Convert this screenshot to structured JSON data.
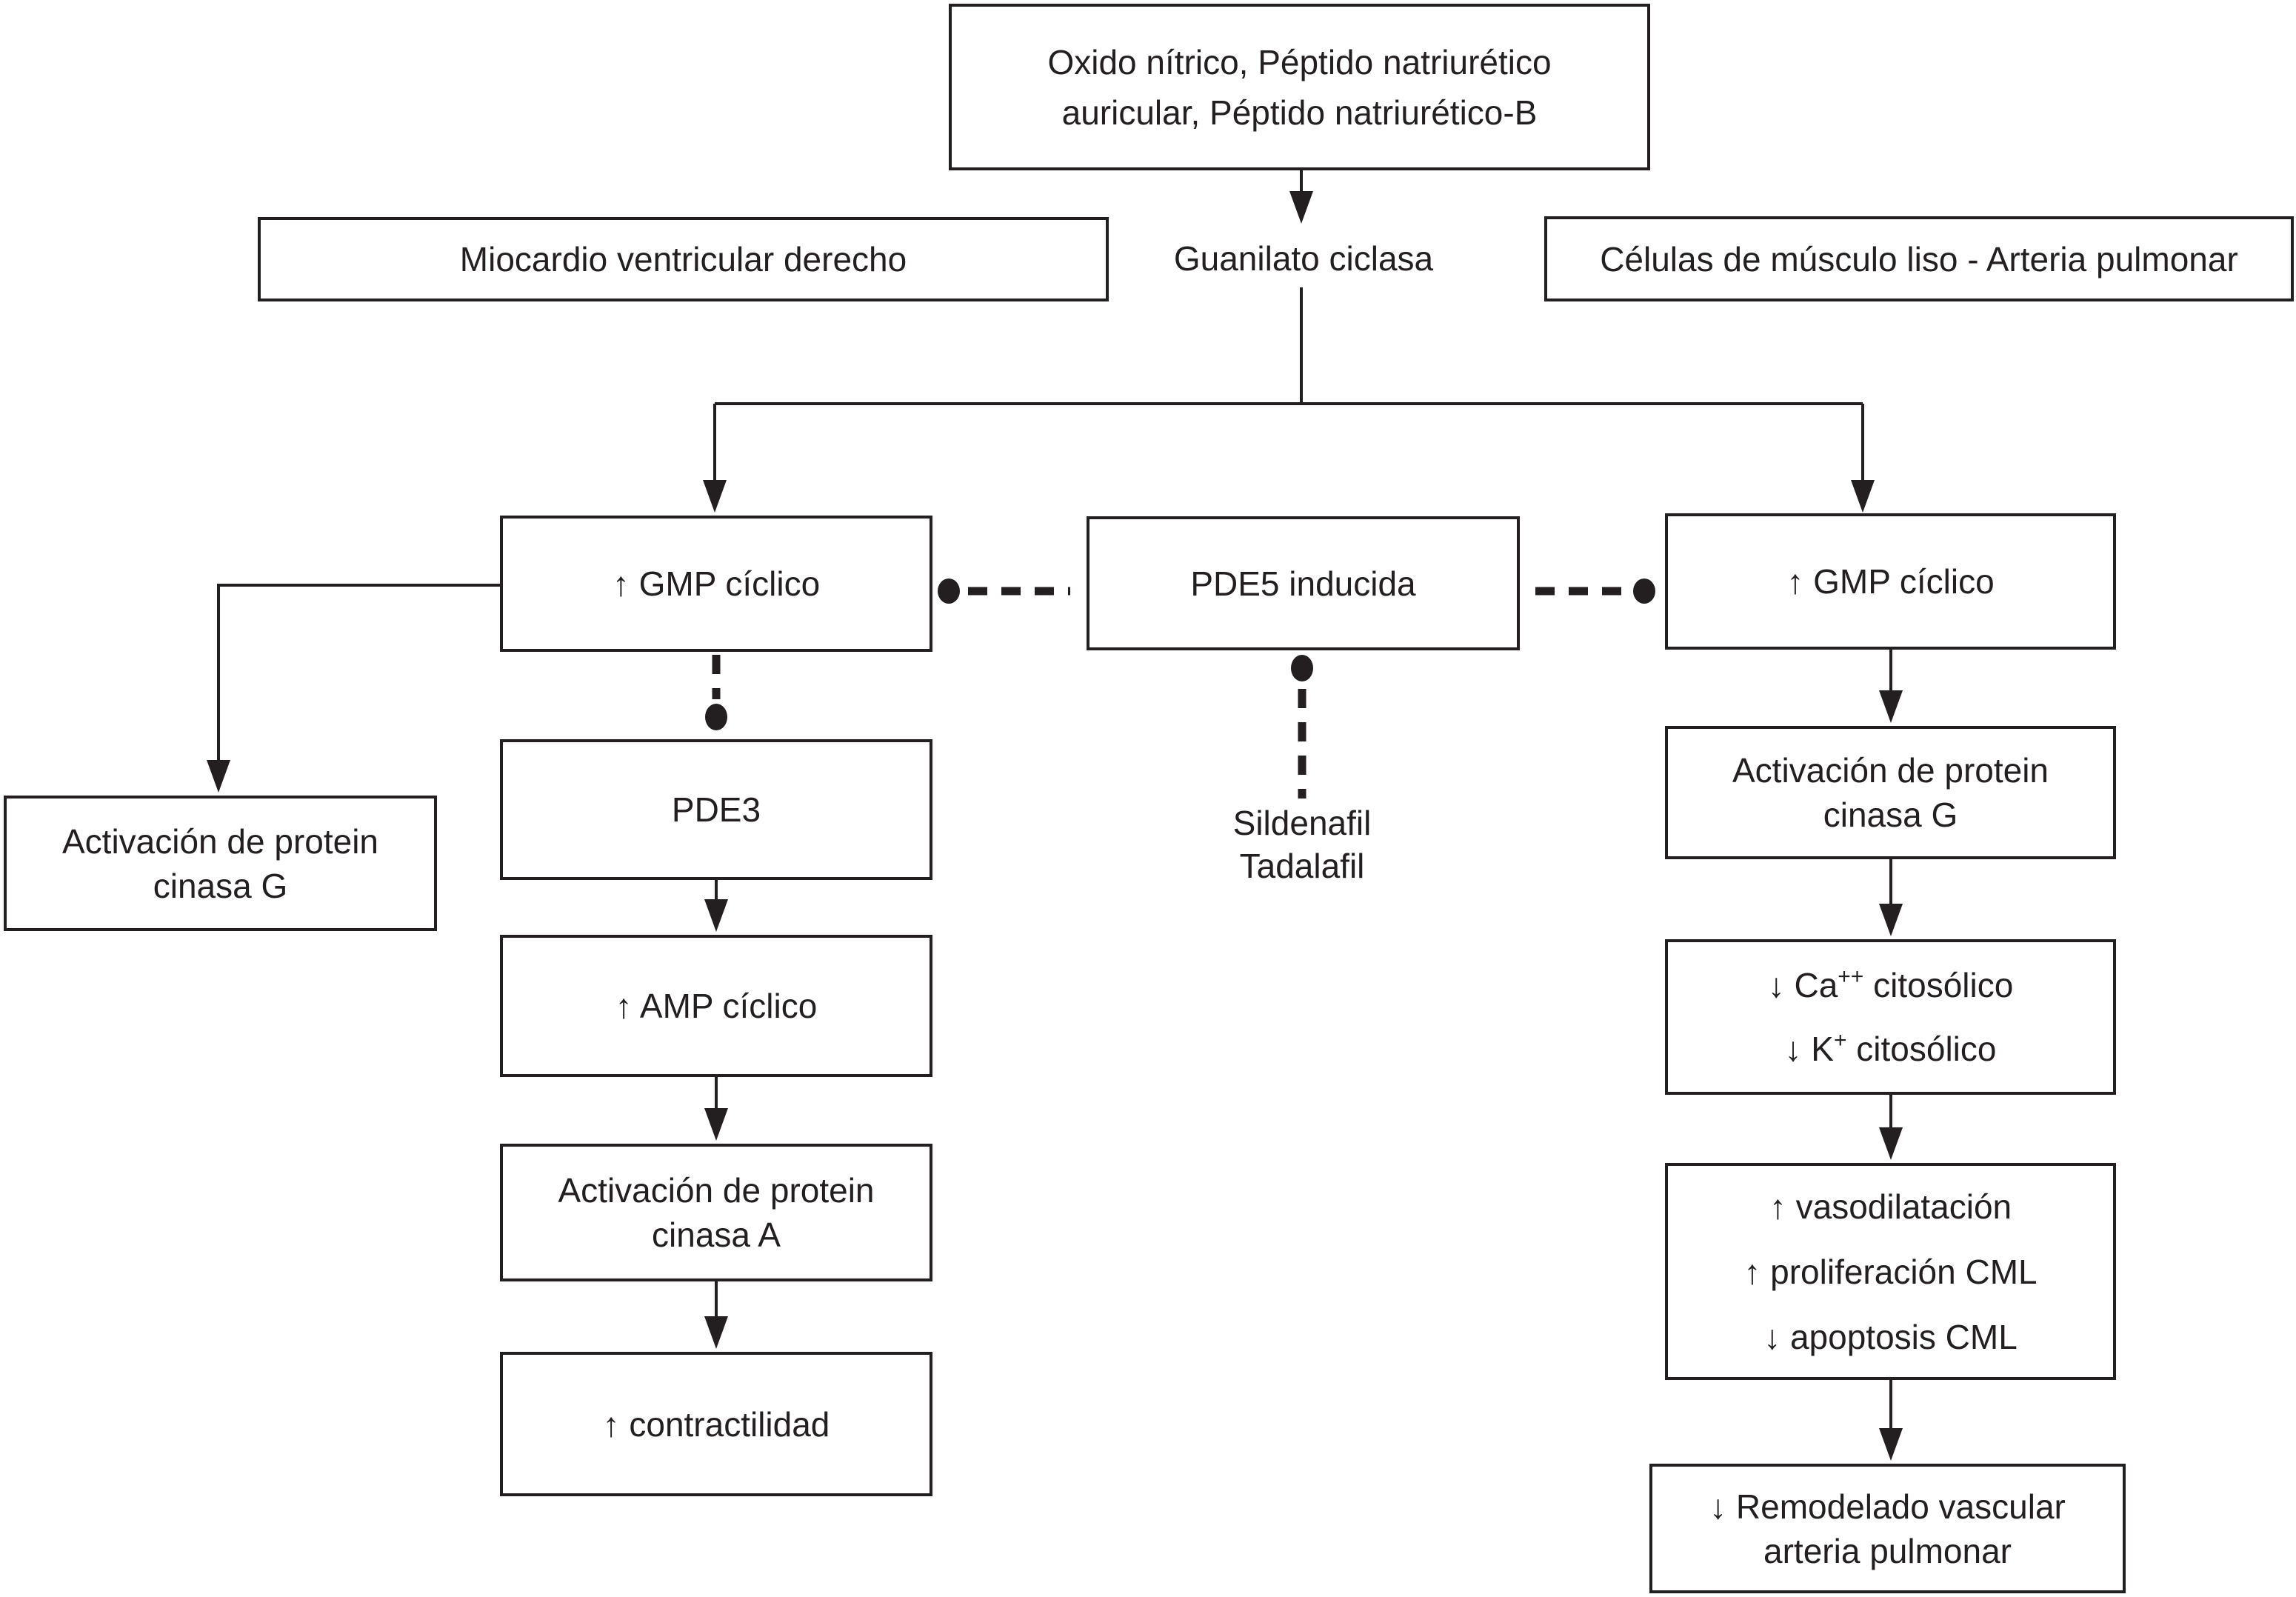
{
  "colors": {
    "background": "#ffffff",
    "box_fill": "#ffffff",
    "box_border": "#231f20",
    "line": "#231f20",
    "text": "#231f20"
  },
  "nodes": {
    "stimulus": {
      "lines": [
        "Oxido nítrico, Péptido natriurético",
        "auricular, Péptido natriurético-B"
      ]
    },
    "miocardio": {
      "label": "Miocardio ventricular derecho"
    },
    "celulas": {
      "label": "Células de músculo liso - Arteria pulmonar"
    },
    "guanilato": {
      "label": "Guanilato ciclasa"
    },
    "gmp_left": {
      "label": "↑ GMP cíclico"
    },
    "pde5": {
      "label": "PDE5 inducida"
    },
    "gmp_right": {
      "label": "↑ GMP cíclico"
    },
    "pkg_left": {
      "lines": [
        "Activación de protein",
        "cinasa G"
      ]
    },
    "pde3": {
      "label": "PDE3"
    },
    "amp": {
      "label": "↑ AMP cíclico"
    },
    "pka": {
      "lines": [
        "Activación de protein",
        "cinasa A"
      ]
    },
    "contractilidad": {
      "label": "↑ contractilidad"
    },
    "pkg_right": {
      "lines": [
        "Activación de protein",
        "cinasa G"
      ]
    },
    "ca_k": {
      "line1": {
        "pre": "↓ Ca",
        "sup": "++",
        "post": " citosólico"
      },
      "line2": {
        "pre": "↓ K",
        "sup": "+",
        "post": " citosólico"
      }
    },
    "vaso": {
      "lines": [
        "↑ vasodilatación",
        "↑ proliferación CML",
        "↓ apoptosis CML"
      ]
    },
    "remodelado": {
      "lines": [
        "↓ Remodelado vascular",
        "arteria pulmonar"
      ]
    },
    "inhibitors": {
      "lines": [
        "Sildenafil",
        "Tadalafil"
      ]
    }
  }
}
